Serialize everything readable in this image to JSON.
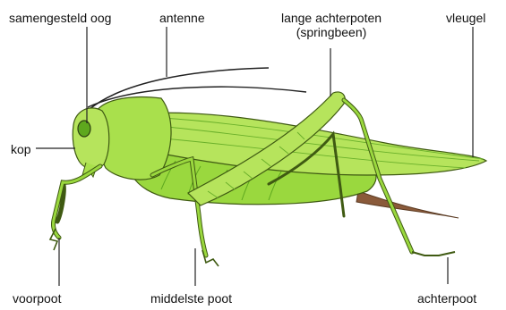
{
  "labels": {
    "compound_eye": "samengesteld oog",
    "antenna": "antenne",
    "long_hind_legs_line1": "lange achterpoten",
    "long_hind_legs_line2": "(springbeen)",
    "wing": "vleugel",
    "head": "kop",
    "front_leg": "voorpoot",
    "middle_leg": "middelste poot",
    "hind_leg": "achterpoot"
  },
  "colors": {
    "body_light": "#c8ee7a",
    "body_mid": "#9ad83e",
    "body_dark": "#5ea81e",
    "outline": "#3f5a12",
    "wing": "#b6e45c",
    "leader_line": "#222222",
    "wing_tip_brown": "#8a5a3a"
  }
}
